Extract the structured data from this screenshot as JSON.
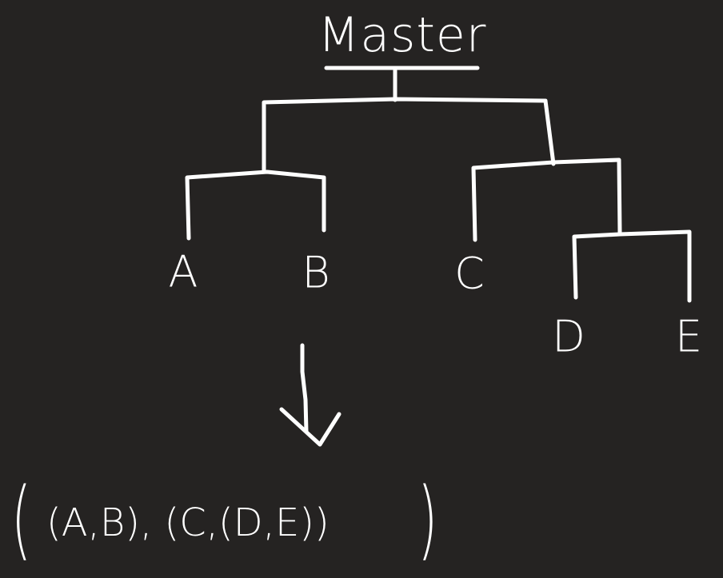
{
  "tree": {
    "root": "Master",
    "leaves": {
      "a": "A",
      "b": "B",
      "c": "C",
      "d": "D",
      "e": "E"
    }
  },
  "result": {
    "open": "(",
    "body": "(A,B), (C,(D,E))",
    "close": ")"
  },
  "colors": {
    "background": "#252322",
    "ink": "#ffffff"
  }
}
